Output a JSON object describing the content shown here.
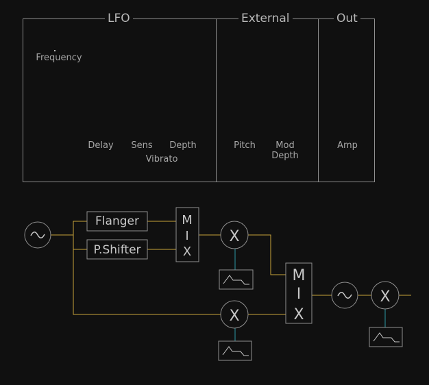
{
  "panels": {
    "lfo": {
      "title": "LFO"
    },
    "external": {
      "title": "External"
    },
    "out": {
      "title": "Out"
    }
  },
  "controls": {
    "frequency": "Frequency",
    "delay": "Delay",
    "sens": "Sens",
    "depth": "Depth",
    "vibrato": "Vibrato",
    "pitch": "Pitch",
    "mod_depth_1": "Mod",
    "mod_depth_2": "Depth",
    "amp": "Amp"
  },
  "diagram": {
    "flanger": "Flanger",
    "pshifter": "P.Shifter",
    "mix_letters": [
      "M",
      "I",
      "X"
    ],
    "multiply": "X"
  },
  "colors": {
    "background": "#101010",
    "wire_signal": "#c9a33a",
    "wire_mod": "#2b97a3",
    "outline": "#8f8f8f"
  }
}
